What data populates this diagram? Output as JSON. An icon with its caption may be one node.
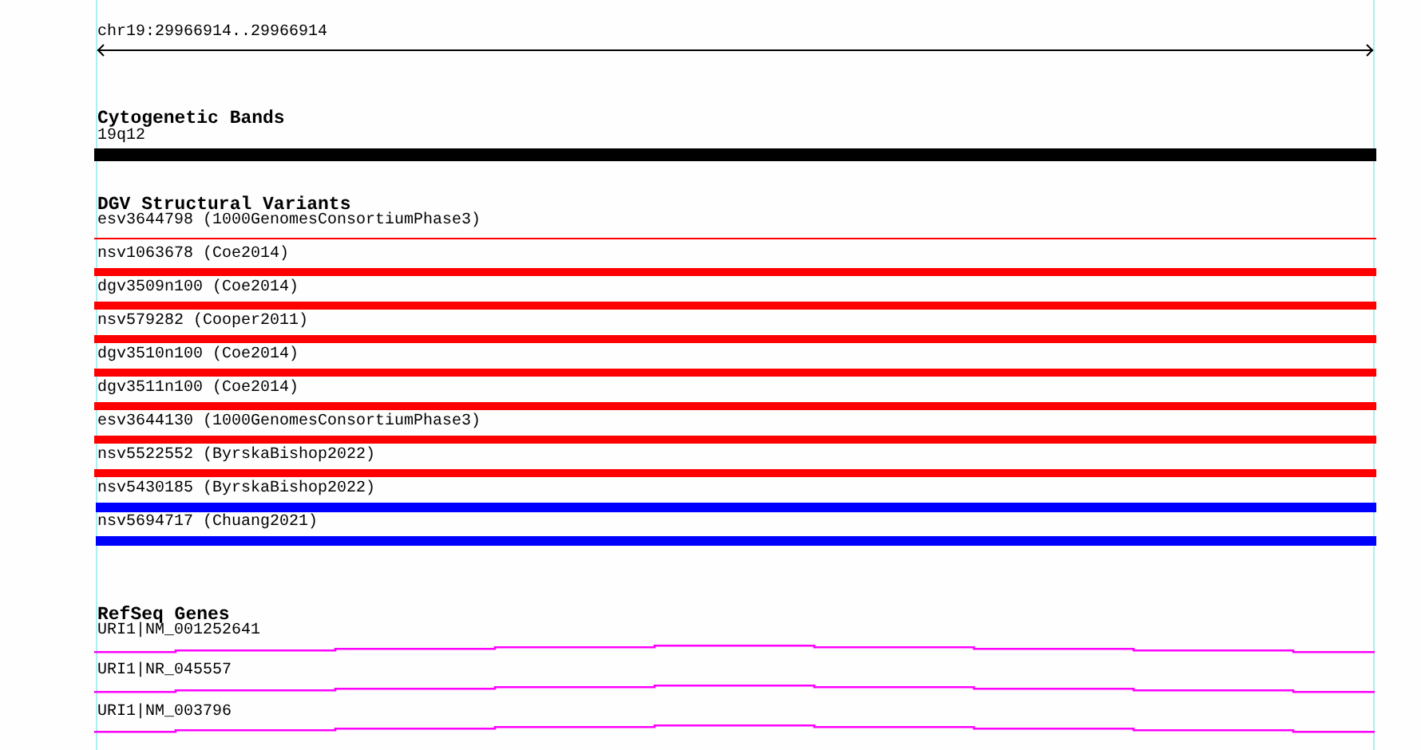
{
  "diagram": {
    "nodes": [
      {
        "text": [
          "19q12"
        ]
      },
      {
        "text": [
          "esv3644798 (1000GenomesConsortiumPhase3)"
        ]
      },
      {
        "text": [
          "nsv1063678 (Coe2014)"
        ]
      },
      {
        "text": [
          "dgv3509n100 (Coe2014)"
        ]
      },
      {
        "text": [
          "nsv579282 (Cooper2011)"
        ]
      },
      {
        "text": [
          "dgv3510n100 (Coe2014)"
        ]
      },
      {
        "text": [
          "dgv3511n100 (Coe2014)"
        ]
      },
      {
        "text": [
          "esv3644130 (1000GenomesConsortiumPhase3)"
        ]
      },
      {
        "text": [
          "nsv5522552 (ByrskaBishop2022)"
        ]
      },
      {
        "text": [
          "nsv5430185 (ByrskaBishop2022)"
        ]
      },
      {
        "text": [
          "nsv5694717 (Chuang2021)"
        ]
      },
      {
        "text": [
          "URI1|NM_001252641"
        ]
      },
      {
        "text": [
          "URI1|NR_045557"
        ]
      },
      {
        "text": [
          "URI1|NM_003796"
        ]
      }
    ],
    "labels": [
      "chr19:29966914..29966914",
      "Cytogenetic Bands",
      "DGV Structural Variants",
      "RefSeq Genes"
    ]
  }
}
